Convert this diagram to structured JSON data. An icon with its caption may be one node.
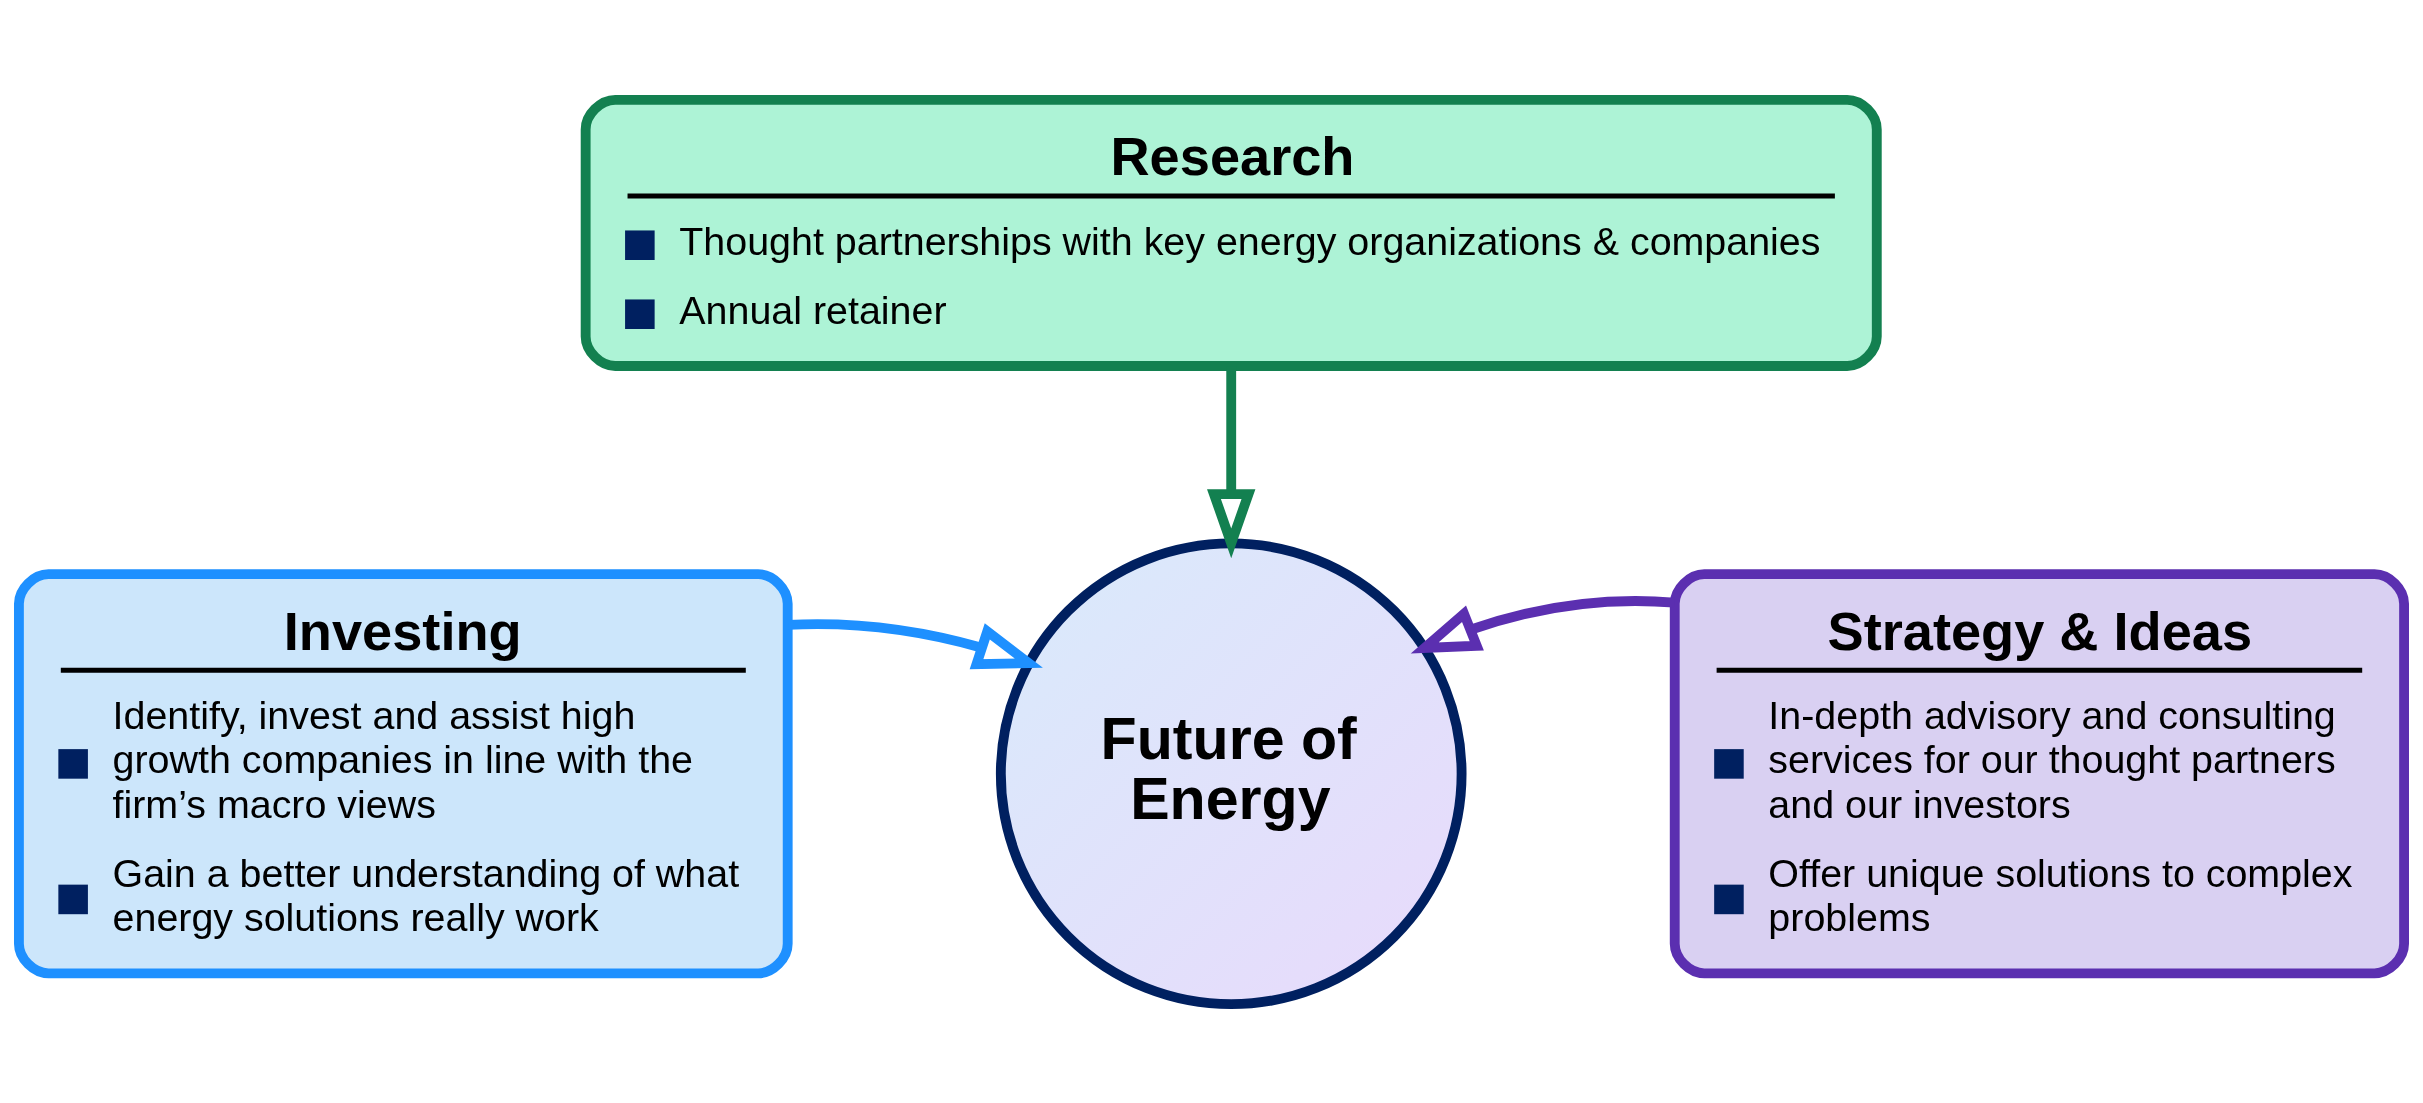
{
  "diagram": {
    "nodes": [
      {
        "text": [
          "Research",
          "Thought partnerships with key energy organizations & companies",
          "Annual retainer"
        ]
      },
      {
        "text": [
          "Future of Energy"
        ]
      },
      {
        "text": [
          "Investing",
          "Identify, invest and assist high growth companies in line with the firm’s macro views",
          "Gain a better understanding of what energy solutions really work"
        ]
      },
      {
        "text": [
          "Strategy & Ideas",
          "In-depth advisory and consulting services for our thought partners and our investors",
          "Offer unique solutions to complex problems"
        ]
      }
    ],
    "edges": [
      {
        "from": 0,
        "to": 1,
        "arrow": "to",
        "color": "#138050"
      },
      {
        "from": 2,
        "to": 1,
        "arrow": "to",
        "color": "#1e90ff"
      },
      {
        "from": 3,
        "to": 1,
        "arrow": "to",
        "color": "#5b2fb0"
      }
    ]
  }
}
